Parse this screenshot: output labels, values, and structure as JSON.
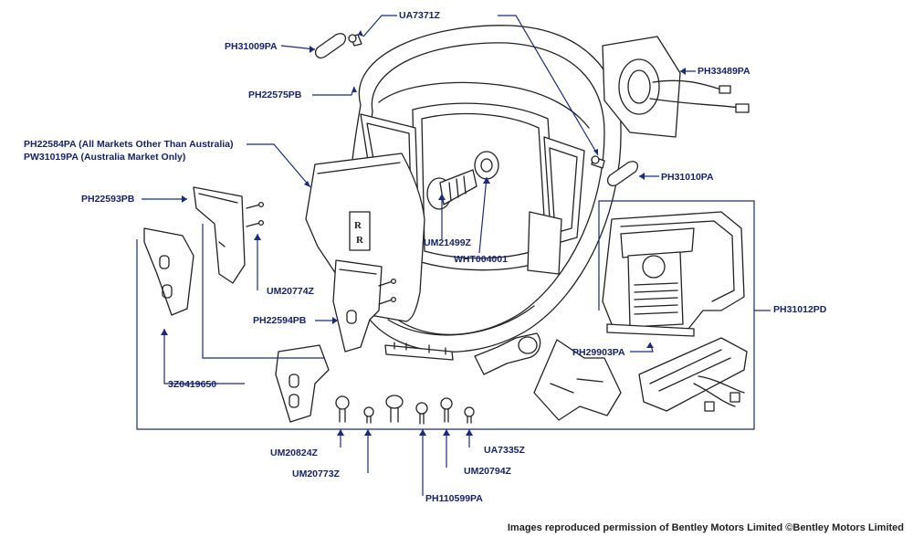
{
  "labels": {
    "ua7371z": "UA7371Z",
    "ph31009pa": "PH31009PA",
    "ph33489pa": "PH33489PA",
    "ph22575pb": "PH22575PB",
    "ph22584pa": "PH22584PA (All Markets Other Than Australia)",
    "pw31019pa": "PW31019PA (Australia Market Only)",
    "ph31010pa": "PH31010PA",
    "ph22593pb": "PH22593PB",
    "um21499z": "UM21499Z",
    "wht004001": "WHT004001",
    "um20774z": "UM20774Z",
    "ph31012pd": "PH31012PD",
    "ph22594pb": "PH22594PB",
    "ph29903pa": "PH29903PA",
    "z3z0419650": "3Z0419650",
    "um20824z": "UM20824Z",
    "ua7335z": "UA7335Z",
    "um20773z": "UM20773Z",
    "um20794z": "UM20794Z",
    "ph110599pa": "PH110599PA"
  },
  "credit": "Images reproduced permission of Bentley Motors Limited ©Bentley Motors Limited",
  "colors": {
    "label": "#16226f",
    "leader": "#1a2a80",
    "line_art": "#222222"
  }
}
